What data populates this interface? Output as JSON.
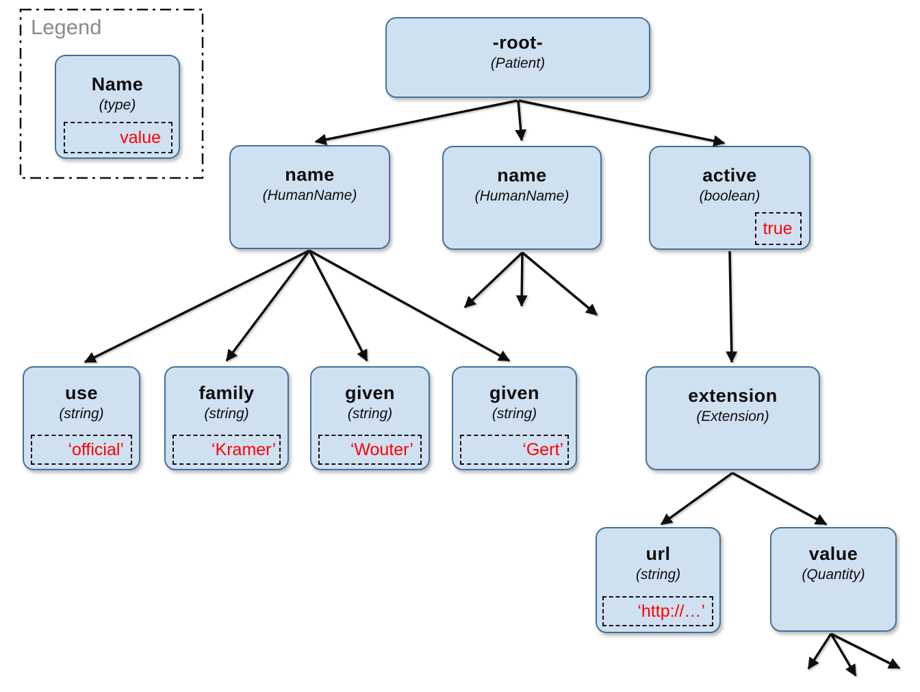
{
  "colors": {
    "node_fill": "#cfe0f1",
    "node_border": "#41719c",
    "value_text": "#ff0000",
    "legend_title_text": "#8a8a8a",
    "arrow": "#000000"
  },
  "legend": {
    "title": "Legend",
    "sample": {
      "label": "Name",
      "type": "(type)",
      "value": "value"
    }
  },
  "tree": {
    "nodes": {
      "root": {
        "label": "-root-",
        "type": "(Patient)"
      },
      "name1": {
        "label": "name",
        "type": "(HumanName)"
      },
      "name2": {
        "label": "name",
        "type": "(HumanName)"
      },
      "active": {
        "label": "active",
        "type": "(boolean)",
        "value": "true"
      },
      "use": {
        "label": "use",
        "type": "(string)",
        "value": "‘official’"
      },
      "family": {
        "label": "family",
        "type": "(string)",
        "value": "‘Kramer’"
      },
      "given1": {
        "label": "given",
        "type": "(string)",
        "value": "‘Wouter’"
      },
      "given2": {
        "label": "given",
        "type": "(string)",
        "value": "‘Gert’"
      },
      "extension": {
        "label": "extension",
        "type": "(Extension)"
      },
      "url": {
        "label": "url",
        "type": "(string)",
        "value": "‘http://…’"
      },
      "value": {
        "label": "value",
        "type": "(Quantity)"
      }
    },
    "edges": [
      {
        "from": "root",
        "to": "name1"
      },
      {
        "from": "root",
        "to": "name2"
      },
      {
        "from": "root",
        "to": "active"
      },
      {
        "from": "name1",
        "to": "use"
      },
      {
        "from": "name1",
        "to": "family"
      },
      {
        "from": "name1",
        "to": "given1"
      },
      {
        "from": "name1",
        "to": "given2"
      },
      {
        "from": "name2",
        "to": "truncated-children-x3"
      },
      {
        "from": "active",
        "to": "extension"
      },
      {
        "from": "extension",
        "to": "url"
      },
      {
        "from": "extension",
        "to": "value"
      },
      {
        "from": "value",
        "to": "truncated-children-x3"
      }
    ]
  }
}
